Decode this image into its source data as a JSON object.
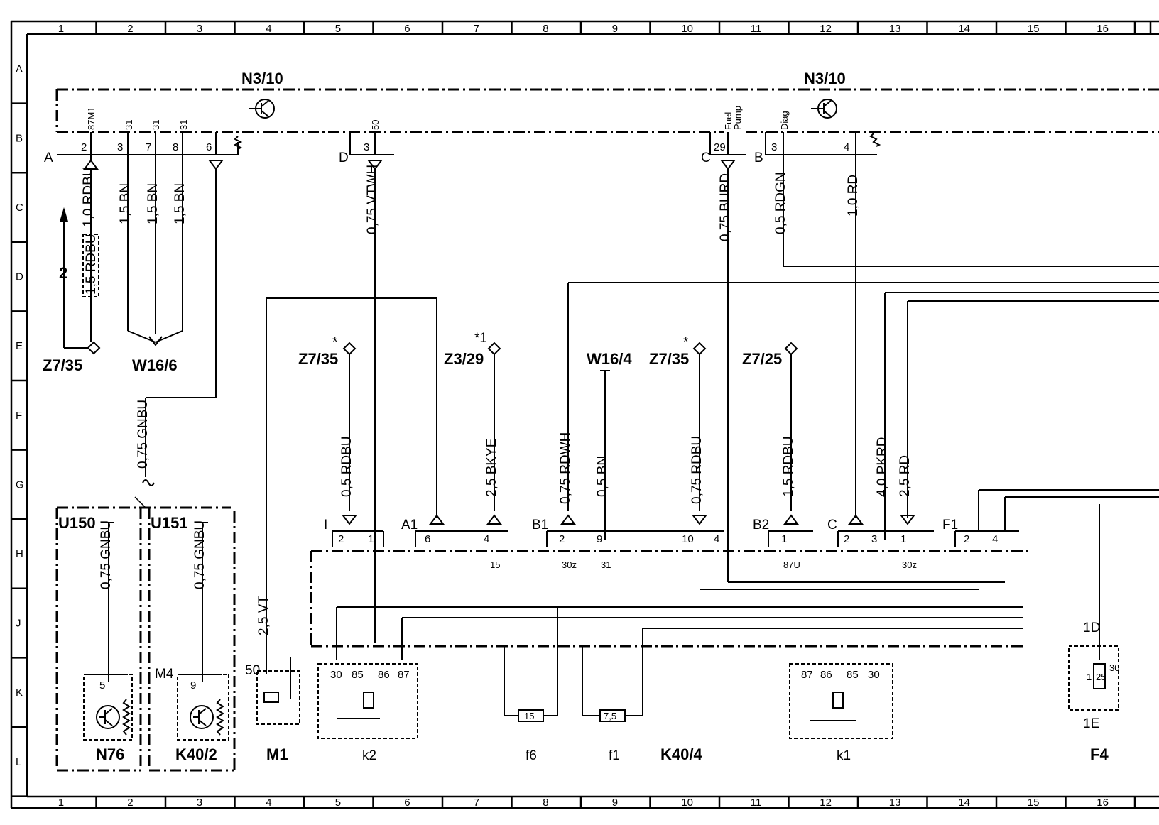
{
  "grid": {
    "cols": [
      "1",
      "2",
      "3",
      "4",
      "5",
      "6",
      "7",
      "8",
      "9",
      "10",
      "11",
      "12",
      "13",
      "14",
      "15",
      "16"
    ],
    "rows": [
      "A",
      "B",
      "C",
      "D",
      "E",
      "F",
      "G",
      "H",
      "J",
      "K",
      "L"
    ]
  },
  "modules": {
    "n3_10_left": "N3/10",
    "n3_10_right": "N3/10",
    "k40_4": "K40/4",
    "m1": "M1",
    "n76": "N76",
    "k40_2": "K40/2",
    "f4": "F4",
    "u150": "U150",
    "u151": "U151",
    "m4": "M4"
  },
  "grounds": [
    {
      "id": "g1",
      "label": "Z7/35"
    },
    {
      "id": "g2",
      "label": "W16/6"
    },
    {
      "id": "g3",
      "label": "Z7/35"
    },
    {
      "id": "g4",
      "label": "Z3/29"
    },
    {
      "id": "g5",
      "label": "W16/4"
    },
    {
      "id": "g6",
      "label": "Z7/35"
    },
    {
      "id": "g7",
      "label": "Z7/25"
    }
  ],
  "wires": [
    {
      "id": "w1",
      "label": "1,0 RDBU"
    },
    {
      "id": "w2",
      "label": "1,5 RDBU"
    },
    {
      "id": "w3",
      "label": "1,5 BN"
    },
    {
      "id": "w4",
      "label": "1,5 BN"
    },
    {
      "id": "w5",
      "label": "1,5 BN"
    },
    {
      "id": "w6",
      "label": "0,75 VTWH"
    },
    {
      "id": "w7",
      "label": "0,75 GNBU"
    },
    {
      "id": "w8",
      "label": "0,75 GNBU"
    },
    {
      "id": "w9",
      "label": "0,75 GNBU"
    },
    {
      "id": "w10",
      "label": "2,5 VT"
    },
    {
      "id": "w11",
      "label": "0,5 RDBU"
    },
    {
      "id": "w12",
      "label": "2,5 BKYE"
    },
    {
      "id": "w13",
      "label": "0,75 RDWH"
    },
    {
      "id": "w14",
      "label": "0,5 BN"
    },
    {
      "id": "w15",
      "label": "0,75 RDBU"
    },
    {
      "id": "w16",
      "label": "1,5 RDBU"
    },
    {
      "id": "w17",
      "label": "4,0 PKRD"
    },
    {
      "id": "w18",
      "label": "2,5 RD"
    },
    {
      "id": "w19",
      "label": "0,75 BURD"
    },
    {
      "id": "w20",
      "label": "0,5 RDGN"
    },
    {
      "id": "w21",
      "label": "1,0 RD"
    }
  ],
  "connectors": {
    "A": "A",
    "D": "D",
    "C": "C",
    "B": "B",
    "I": "I",
    "A1": "A1",
    "B1": "B1",
    "B2": "B2",
    "C2": "C",
    "F1": "F1",
    "one_d": "1D",
    "one_e": "1E",
    "fifty": "50"
  },
  "pins": {
    "p87m1": "87M1",
    "p31a": "31",
    "p31b": "31",
    "p31c": "31",
    "p50": "50",
    "fuel": "Fuel",
    "pump": "Pump",
    "diag": "Diag",
    "n2": "2",
    "n3": "3",
    "n7": "7",
    "n8": "8",
    "n6": "6",
    "d3": "3",
    "c29": "29",
    "b3": "3",
    "b4": "4",
    "h2": "2",
    "h1": "1",
    "h6": "6",
    "h4": "4",
    "h2b": "2",
    "h9": "9",
    "h10": "10",
    "h4b": "4",
    "h1b": "1",
    "h2c": "2",
    "h3": "3",
    "h1c": "1",
    "h2d": "2",
    "h4c": "4",
    "t15": "15",
    "t30z": "30z",
    "t31": "31",
    "t87u": "87U",
    "t30zb": "30z",
    "k30": "30",
    "k85": "85",
    "k86": "86",
    "k87": "87",
    "r87": "87",
    "r86": "86",
    "r85": "85",
    "r30": "30",
    "n5": "5",
    "k9": "9",
    "f30": "30",
    "f1": "1",
    "f25": "25"
  },
  "components": {
    "k2": "k2",
    "f6": "f6",
    "f1": "f1",
    "k1": "k1",
    "fuse15": "15",
    "fuse75": "7,5"
  },
  "markers": {
    "arrow2": "2",
    "star": "*",
    "star1": "*1",
    "star_b": "*"
  }
}
